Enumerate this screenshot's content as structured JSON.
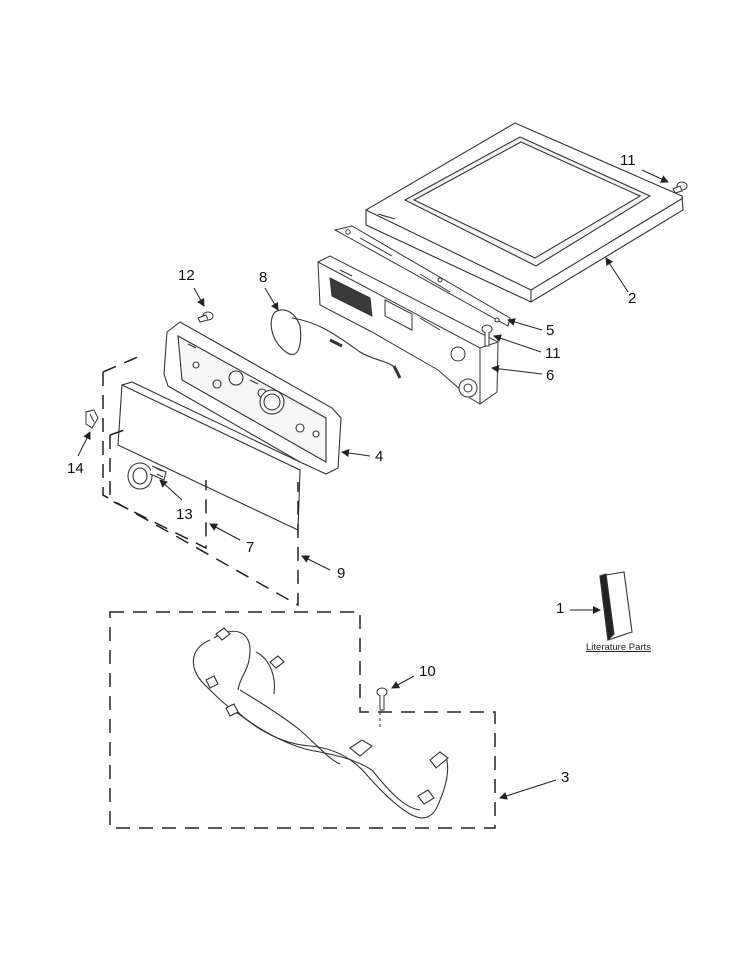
{
  "callouts": {
    "c1": "1",
    "c2": "2",
    "c3": "3",
    "c4": "4",
    "c5": "5",
    "c6": "6",
    "c7": "7",
    "c8": "8",
    "c9": "9",
    "c10": "10",
    "c11a": "11",
    "c11b": "11",
    "c12": "12",
    "c13": "13",
    "c14": "14"
  },
  "literature_label": "Literature Parts",
  "colors": {
    "line": "#333333",
    "fill": "#ffffff",
    "shade": "#e6e6e6",
    "text": "#111111"
  }
}
